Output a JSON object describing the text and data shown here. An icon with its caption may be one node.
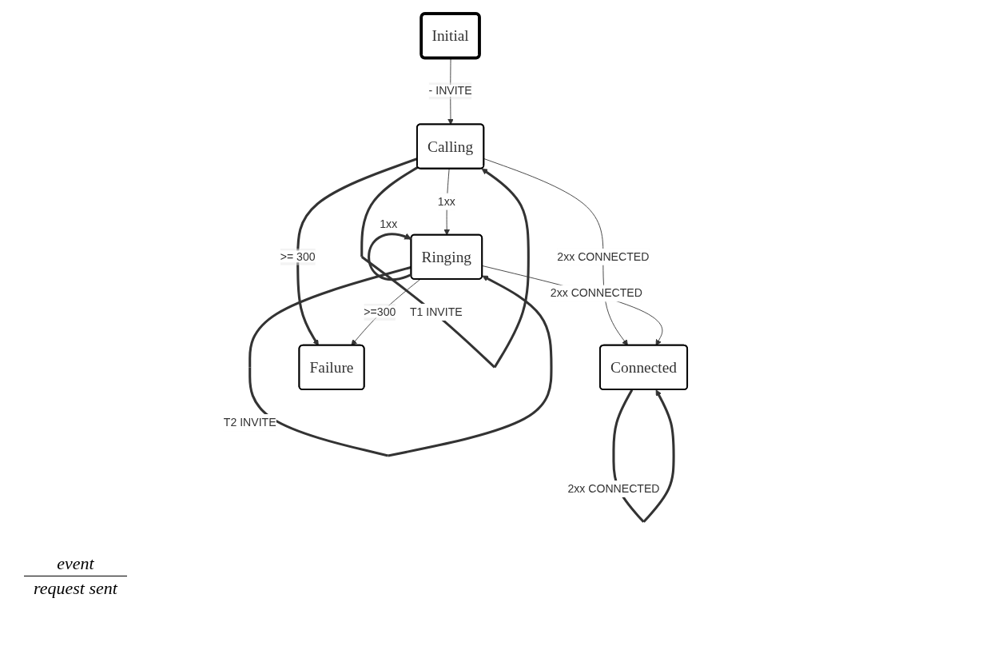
{
  "diagram": {
    "nodes": [
      {
        "text": [
          "Initial"
        ]
      },
      {
        "text": [
          "Calling"
        ]
      },
      {
        "text": [
          "Ringing"
        ]
      },
      {
        "text": [
          "Connected"
        ]
      },
      {
        "text": [
          "Failure"
        ]
      }
    ],
    "edges": [
      {
        "from": 0,
        "to": 1,
        "arrow": "to",
        "label": "- INVITE"
      },
      {
        "from": 1,
        "to": 1,
        "arrow": "to",
        "label": "T1 INVITE",
        "style": "thick"
      },
      {
        "from": 1,
        "to": 4,
        "arrow": "to",
        "label": ">= 300",
        "style": "thick"
      },
      {
        "from": 1,
        "to": 2,
        "arrow": "to",
        "label": "1xx"
      },
      {
        "from": 1,
        "to": 3,
        "arrow": "to",
        "label": "2xx CONNECTED"
      },
      {
        "from": 2,
        "to": 2,
        "arrow": "to",
        "label": "T2 INVITE",
        "style": "thick"
      },
      {
        "from": 2,
        "to": 2,
        "arrow": "to",
        "label": "1xx",
        "style": "thick"
      },
      {
        "from": 2,
        "to": 4,
        "arrow": "to",
        "label": ">=300"
      },
      {
        "from": 2,
        "to": 3,
        "arrow": "to",
        "label": "2xx CONNECTED"
      },
      {
        "from": 3,
        "to": 3,
        "arrow": "to",
        "label": "2xx CONNECTED",
        "style": "thick"
      }
    ],
    "labels": [
      "event",
      "request sent"
    ]
  }
}
